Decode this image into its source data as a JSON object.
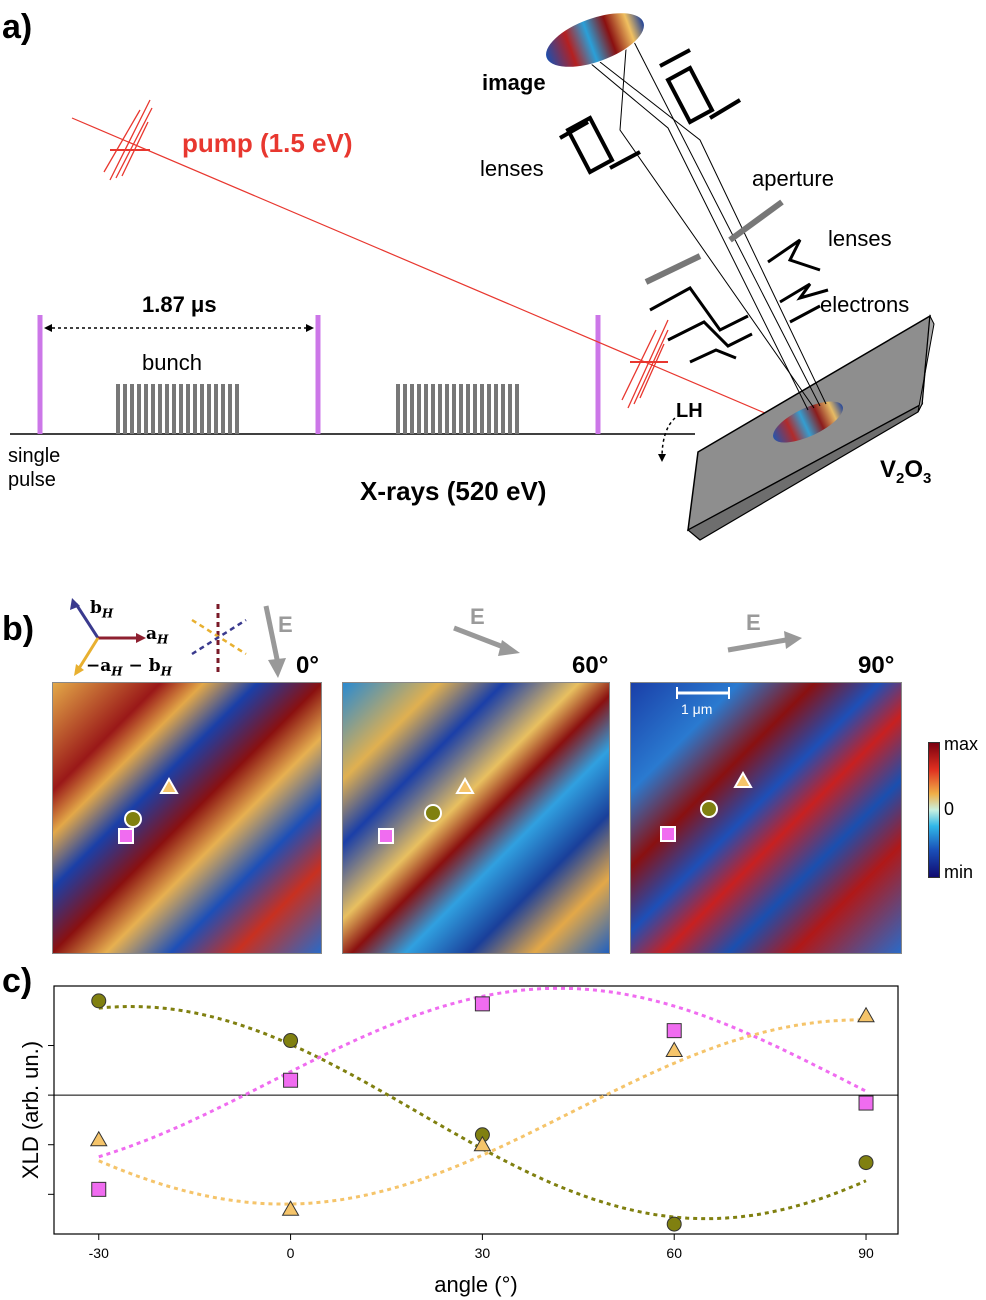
{
  "panels": {
    "a": "a)",
    "b": "b)",
    "c": "c)"
  },
  "panel_a": {
    "image_label": "image",
    "pump_label": "pump (1.5 eV)",
    "lenses_top": "lenses",
    "aperture": "aperture",
    "lenses_right": "lenses",
    "electrons": "electrons",
    "interval": "1.87 μs",
    "bunch": "bunch",
    "single_pulse_line1": "single",
    "single_pulse_line2": "pulse",
    "xrays": "X-rays (520 eV)",
    "lh": "LH",
    "sample_main": "V",
    "sample_sub1": "2",
    "sample_mid": "O",
    "sample_sub2": "3",
    "colors": {
      "pump": "#e8372f",
      "pulse": "#cc77e8",
      "bunch": "#777777",
      "sample": "#8e8e8e"
    }
  },
  "panel_b": {
    "axes": {
      "b": "b",
      "a": "a",
      "combo": "−a",
      "minus": "− b",
      "sub": "H"
    },
    "field_label": "E",
    "angles": [
      "0°",
      "60°",
      "90°"
    ],
    "scale_bar": "1 μm",
    "colorbar": {
      "max": "max",
      "zero": "0",
      "min": "min"
    }
  },
  "chart_data": {
    "type": "scatter",
    "xlabel": "angle (°)",
    "ylabel": "XLD (arb. un.)",
    "x": [
      -30,
      0,
      30,
      60,
      90
    ],
    "xticks": [
      "-30",
      "0",
      "30",
      "60",
      "90"
    ],
    "xlim": [
      -37,
      95
    ],
    "ylim": [
      -1.4,
      1.1
    ],
    "grid": false,
    "series": [
      {
        "marker": "circle",
        "color": "#808010",
        "values": [
          0.95,
          0.55,
          -0.4,
          -1.3,
          -0.68
        ]
      },
      {
        "marker": "square",
        "color": "#f06cf0",
        "values": [
          -0.95,
          0.15,
          0.92,
          0.65,
          -0.08
        ]
      },
      {
        "marker": "triangle",
        "color": "#f5c46a",
        "values": [
          -0.45,
          -1.15,
          -0.5,
          0.45,
          0.8
        ]
      }
    ]
  }
}
